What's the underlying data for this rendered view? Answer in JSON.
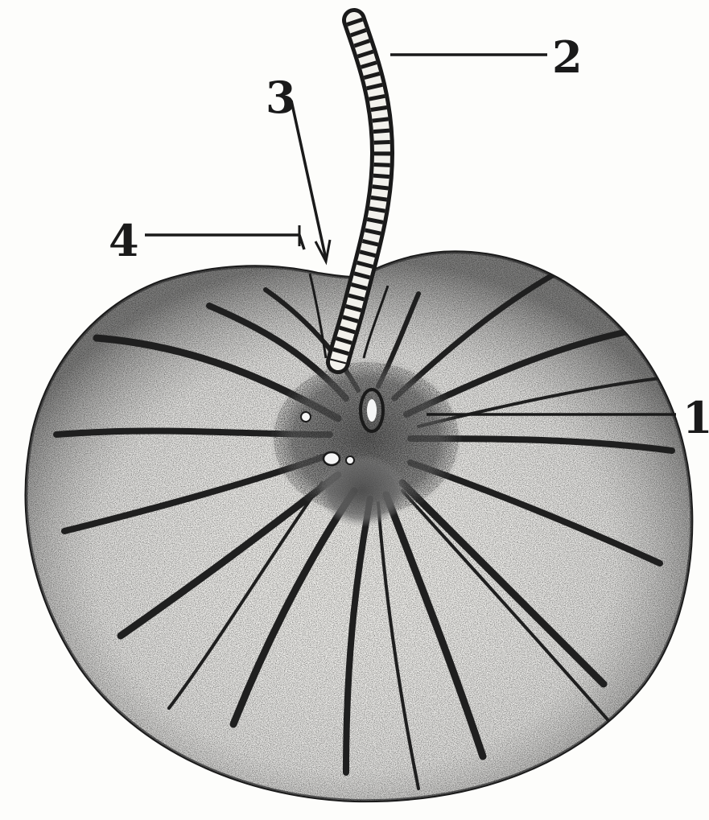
{
  "figure": {
    "labels": {
      "label_1": "1",
      "label_2": "2",
      "label_3": "3",
      "label_4": "4"
    },
    "colors": {
      "ink": "#1a1a1a",
      "paper": "#fdfdfb",
      "stipple": "#3a3a3a"
    }
  }
}
